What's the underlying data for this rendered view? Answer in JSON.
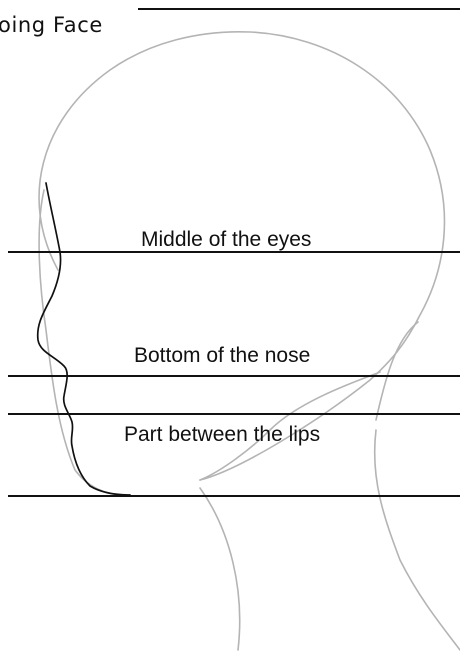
{
  "title": "oing Face",
  "guides": {
    "eyes": "Middle of the eyes",
    "nose": "Bottom of the nose",
    "lips": "Part between the lips"
  },
  "colors": {
    "ink": "#111111",
    "sketch": "#b4b4b4",
    "background": "#ffffff"
  }
}
